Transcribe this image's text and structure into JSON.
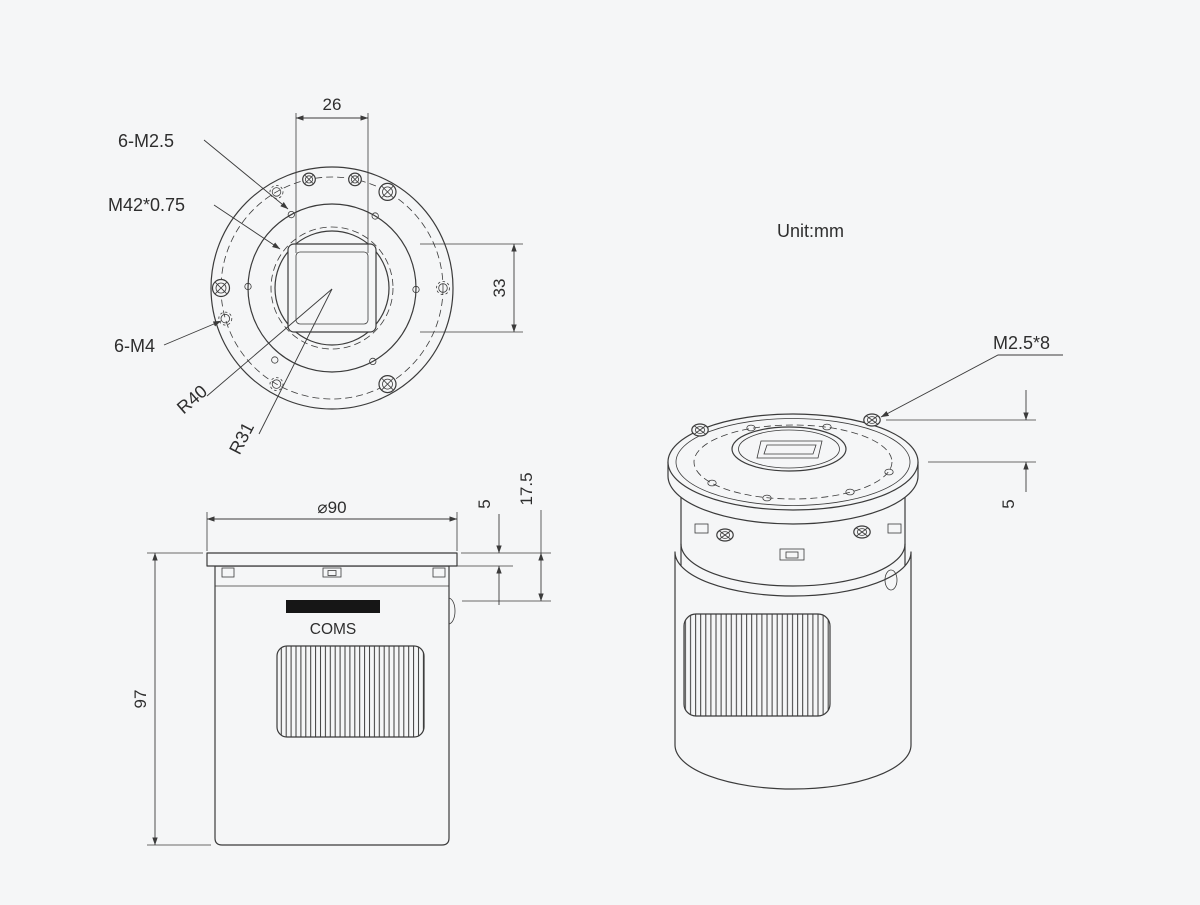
{
  "meta": {
    "unit_label": "Unit:mm",
    "background_color": "#f5f6f7",
    "line_color": "#3b3b3b"
  },
  "front_view": {
    "labels": {
      "screws_small": "6-M2.5",
      "thread": "M42*0.75",
      "screws_large": "6-M4",
      "radius_outer": "R40",
      "radius_inner": "R31"
    },
    "dimensions": {
      "sensor_width": "26",
      "sensor_height": "33"
    }
  },
  "side_view": {
    "body_label": "COMS",
    "dimensions": {
      "diameter": "⌀90",
      "flange_thickness": "5",
      "head_height": "17.5",
      "overall_height": "97"
    }
  },
  "iso_view": {
    "labels": {
      "screw_spec": "M2.5*8"
    },
    "dimensions": {
      "flange_depth": "5"
    }
  }
}
